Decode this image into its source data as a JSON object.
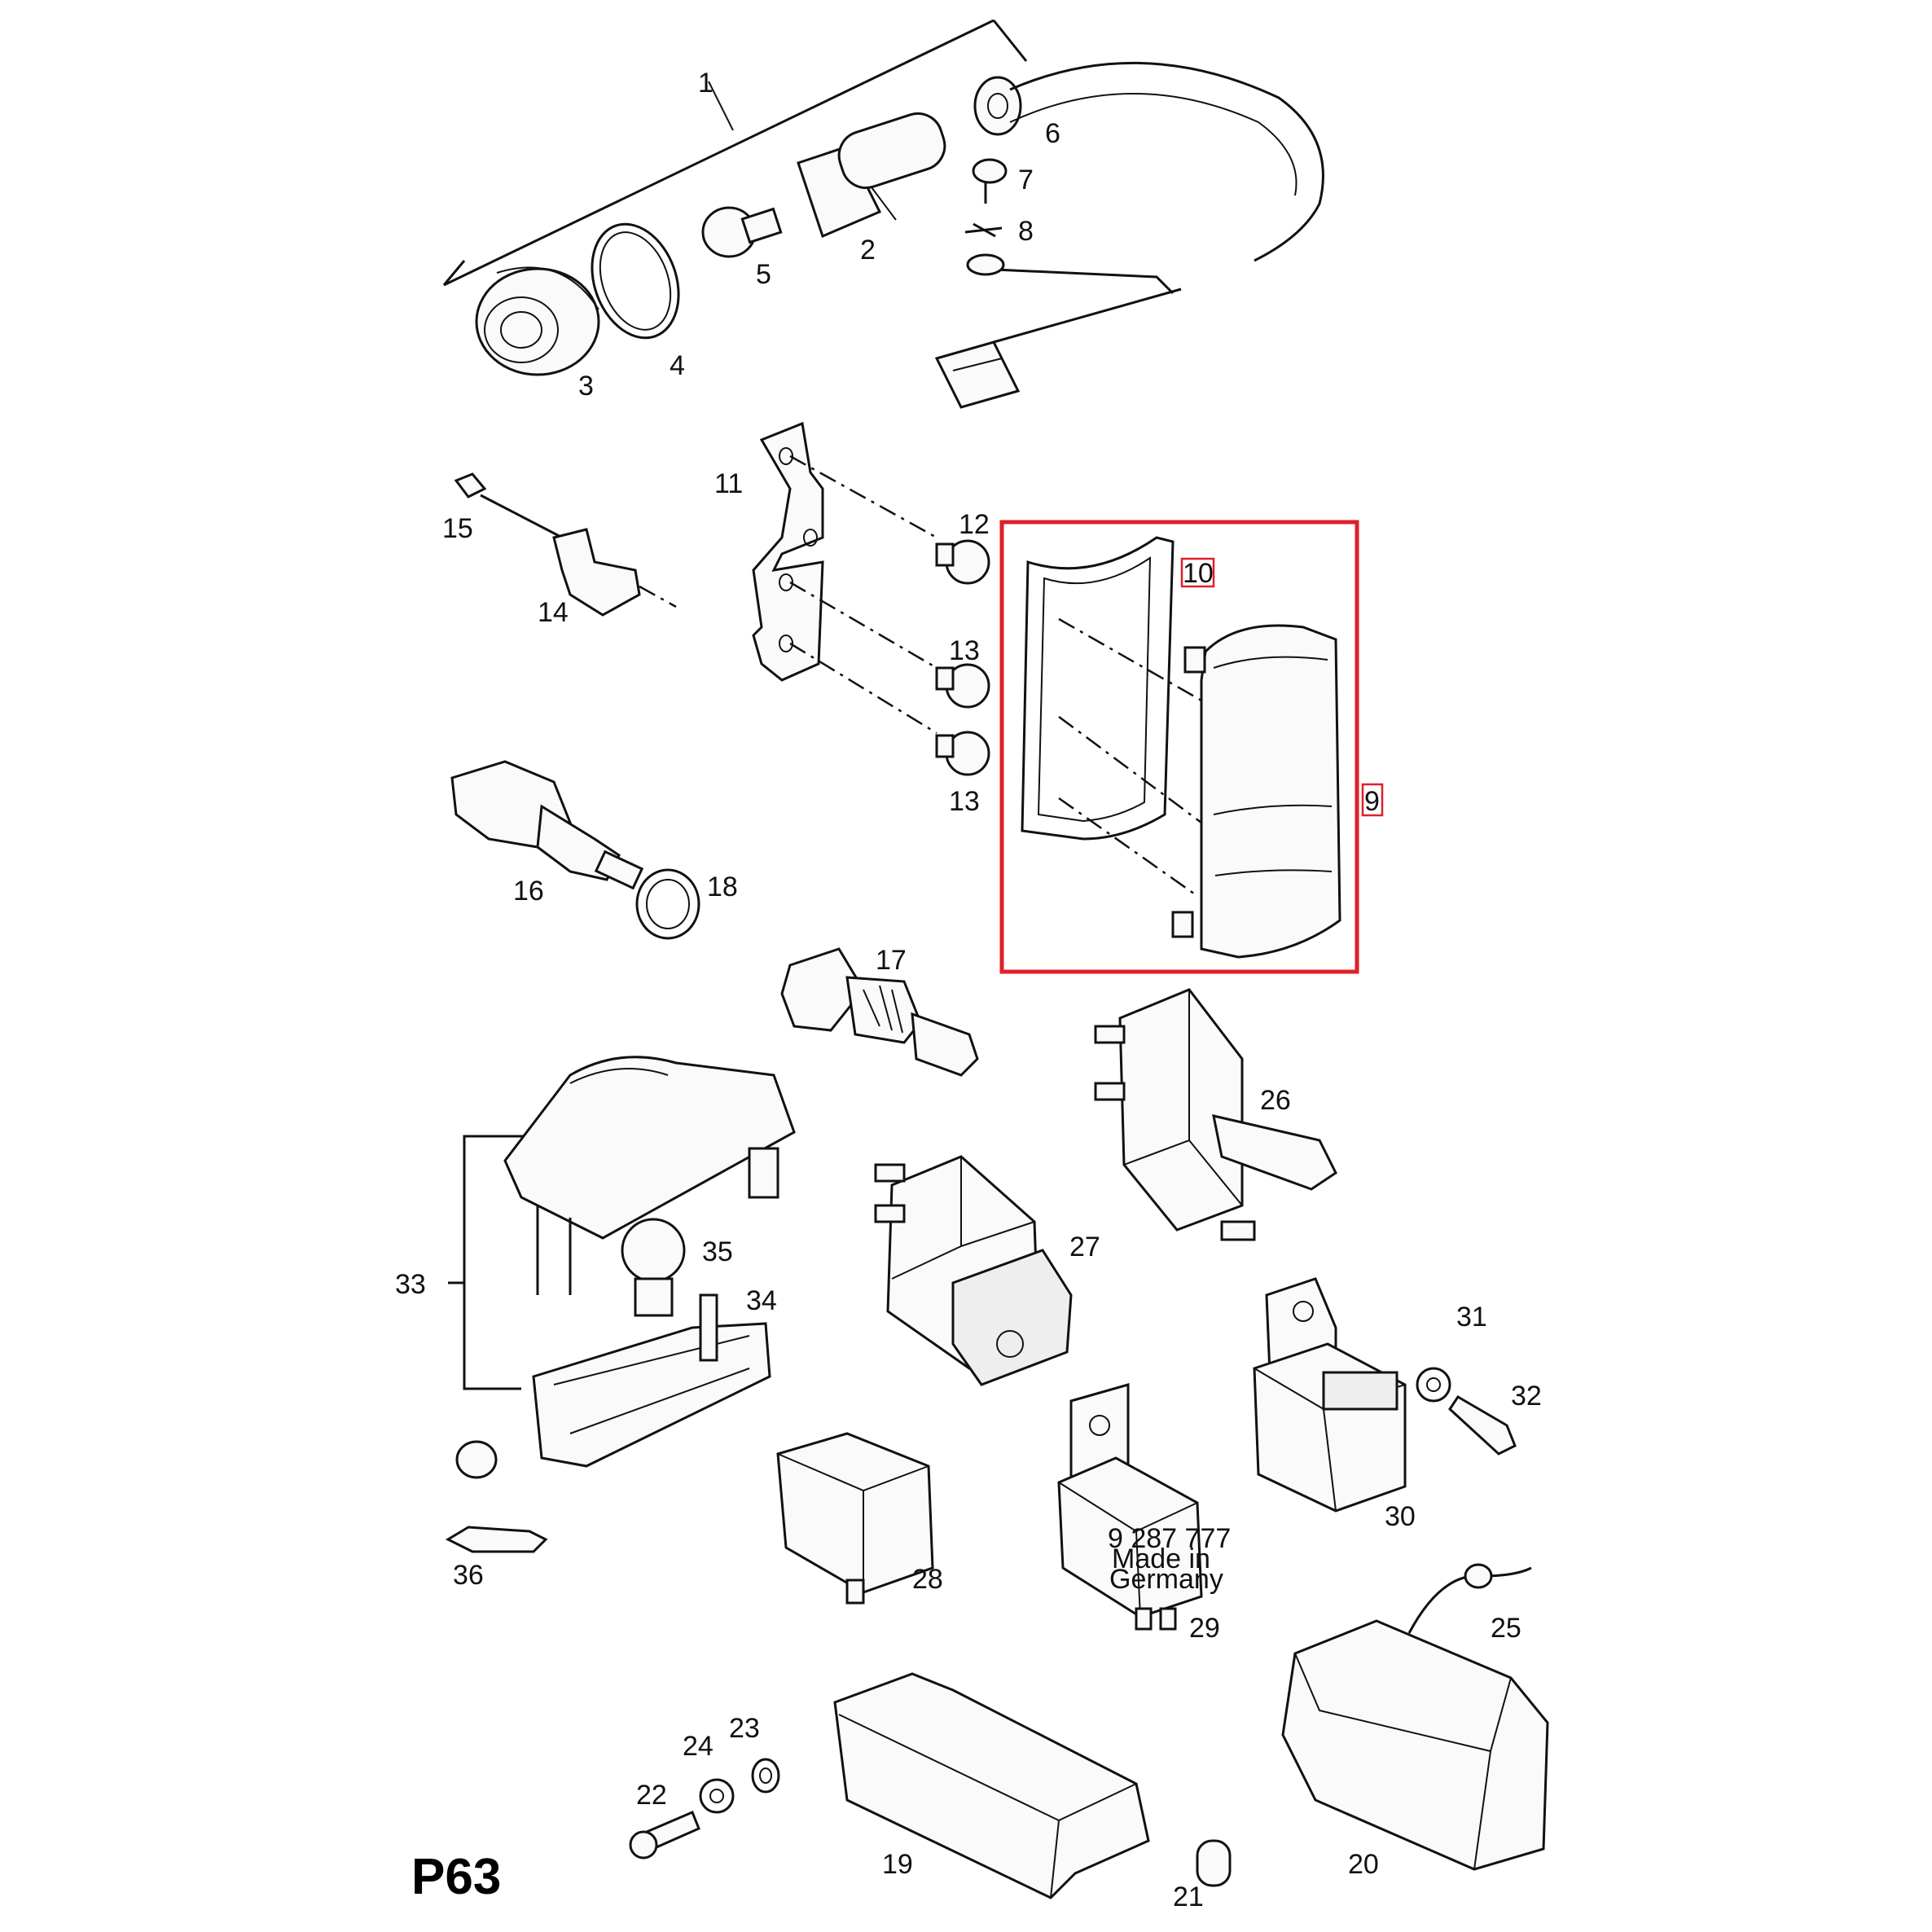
{
  "page_code": "P63",
  "highlight_color": "#e0202a",
  "highlighted_parts": [
    "9",
    "10"
  ],
  "labels": {
    "p1": "1",
    "p2": "2",
    "p3": "3",
    "p4": "4",
    "p5": "5",
    "p6": "6",
    "p7": "7",
    "p8": "8",
    "p9": "9",
    "p10": "10",
    "p11": "11",
    "p12": "12",
    "p13a": "13",
    "p13b": "13",
    "p14": "14",
    "p15": "15",
    "p16": "16",
    "p17": "17",
    "p18": "18",
    "p19": "19",
    "p20": "20",
    "p21": "21",
    "p22": "22",
    "p23": "23",
    "p24": "24",
    "p25": "25",
    "p26": "26",
    "p27": "27",
    "p28": "28",
    "p29": "29",
    "p30": "30",
    "p31": "31",
    "p32": "32",
    "p33": "33",
    "p34": "34",
    "p35": "35",
    "p36": "36"
  },
  "relay_29_text": [
    "9 287 777",
    "Made in",
    "Germany"
  ]
}
